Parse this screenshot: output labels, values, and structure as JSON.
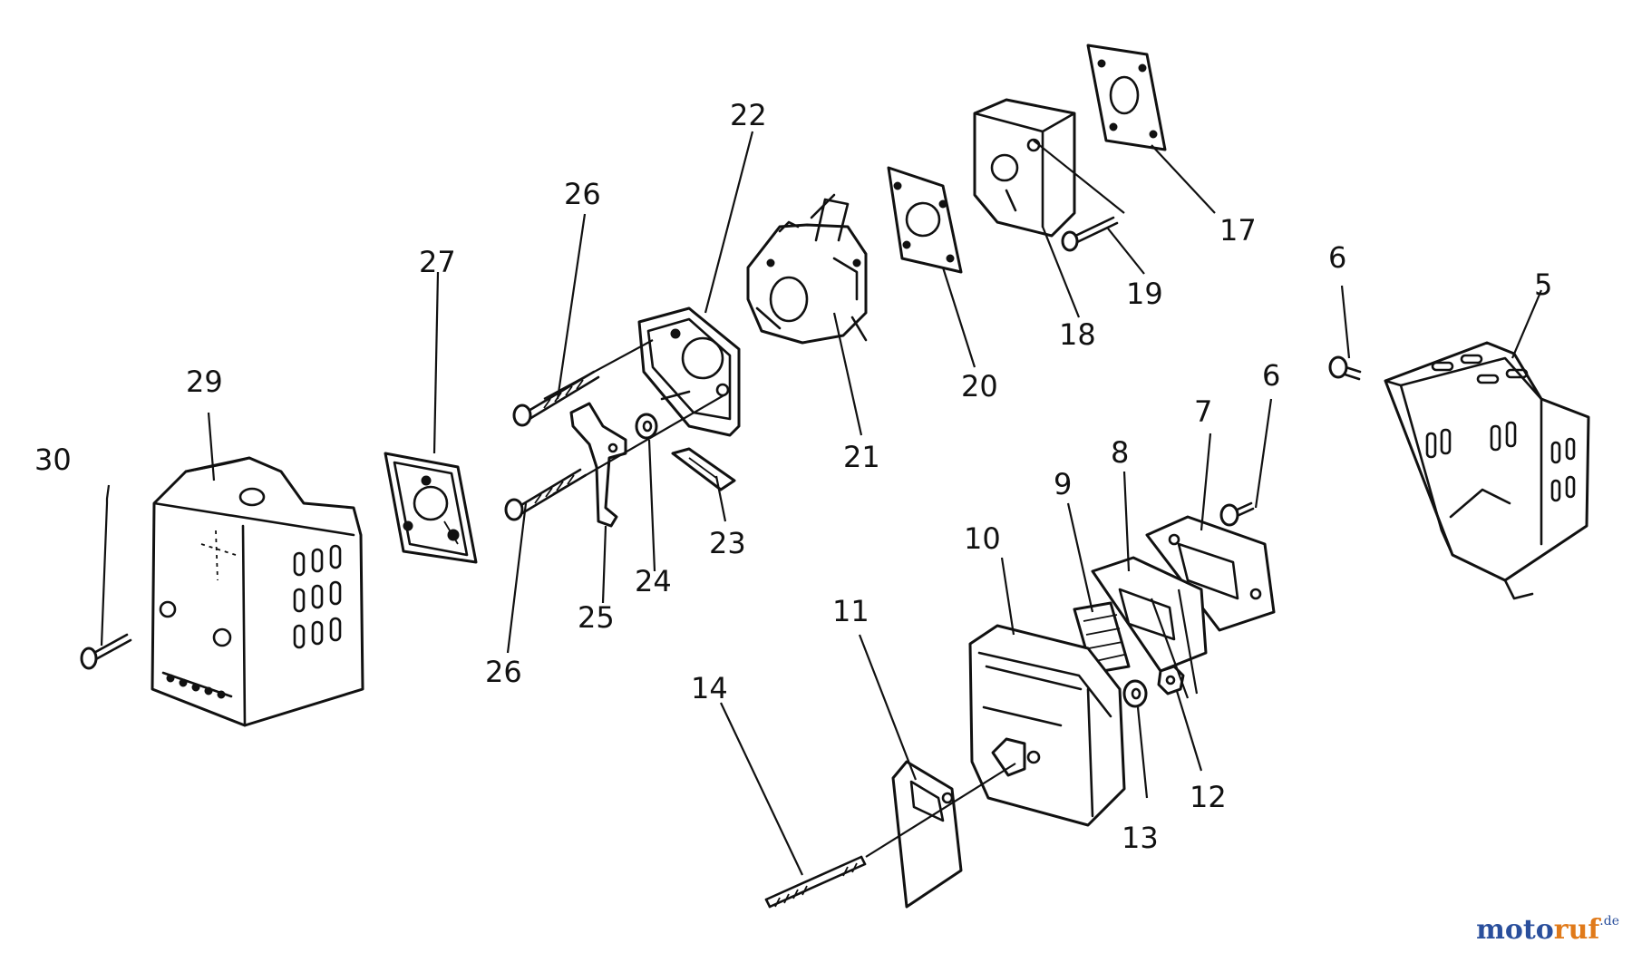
{
  "diagram": {
    "callouts": [
      {
        "id": "c5",
        "text": "5"
      },
      {
        "id": "c6a",
        "text": "6"
      },
      {
        "id": "c6b",
        "text": "6"
      },
      {
        "id": "c7",
        "text": "7"
      },
      {
        "id": "c8",
        "text": "8"
      },
      {
        "id": "c9",
        "text": "9"
      },
      {
        "id": "c10",
        "text": "10"
      },
      {
        "id": "c11",
        "text": "11"
      },
      {
        "id": "c12",
        "text": "12"
      },
      {
        "id": "c13",
        "text": "13"
      },
      {
        "id": "c14",
        "text": "14"
      },
      {
        "id": "c17",
        "text": "17"
      },
      {
        "id": "c18",
        "text": "18"
      },
      {
        "id": "c19",
        "text": "19"
      },
      {
        "id": "c20",
        "text": "20"
      },
      {
        "id": "c21",
        "text": "21"
      },
      {
        "id": "c22",
        "text": "22"
      },
      {
        "id": "c23",
        "text": "23"
      },
      {
        "id": "c24",
        "text": "24"
      },
      {
        "id": "c25",
        "text": "25"
      },
      {
        "id": "c26a",
        "text": "26"
      },
      {
        "id": "c26b",
        "text": "26"
      },
      {
        "id": "c27",
        "text": "27"
      },
      {
        "id": "c29",
        "text": "29"
      },
      {
        "id": "c30",
        "text": "30"
      }
    ]
  },
  "watermark": {
    "part1": "moto",
    "part2": "ruf",
    "part3": ".de"
  },
  "colors": {
    "ink": "#111111",
    "watermark_blue": "#2a4f9c",
    "watermark_orange": "#e07a1a"
  }
}
